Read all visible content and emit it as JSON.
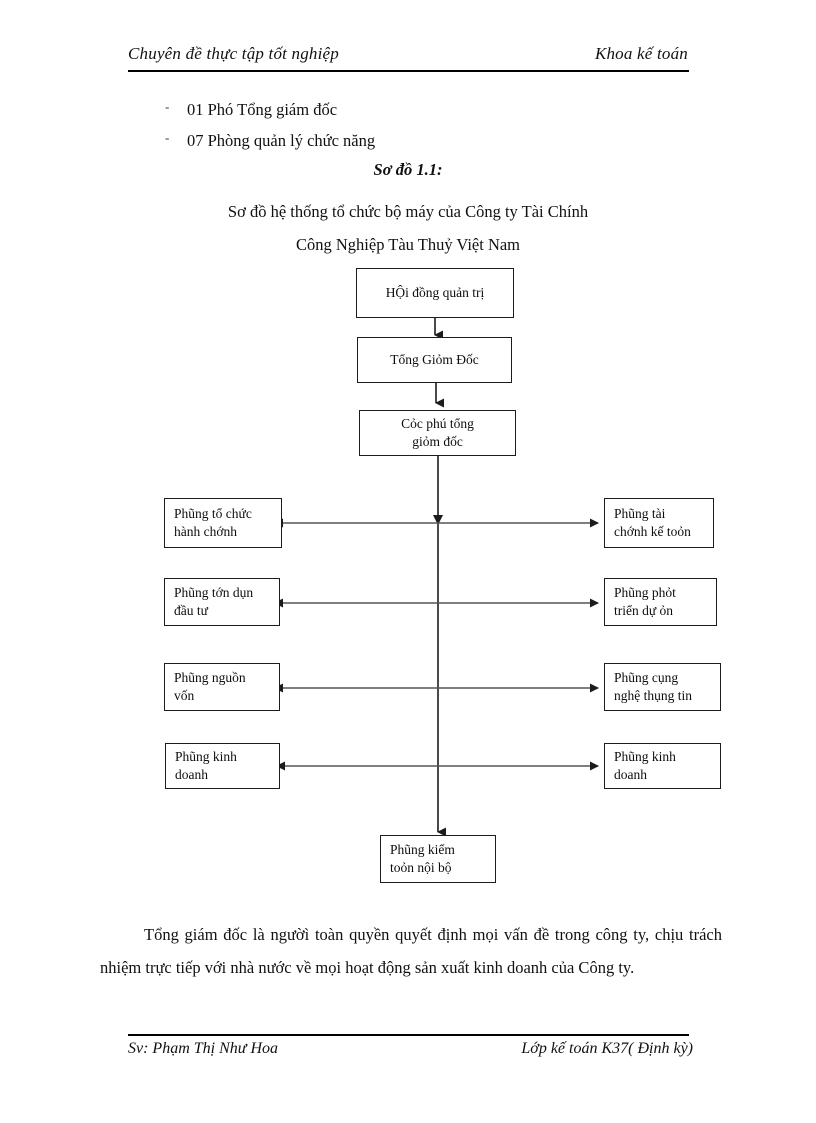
{
  "header": {
    "left": "Chuyên đề thực tập tốt nghiệp",
    "right": "Khoa kế toán"
  },
  "list": {
    "bullet_glyph": "-",
    "items": [
      "01 Phó Tổng giám  đốc",
      "07 Phòng quản lý  chức năng"
    ]
  },
  "figure": {
    "caption": "Sơ đồ 1.1:",
    "title_line1": "Sơ đồ hệ thống tổ chức bộ máy của Công ty Tài Chính",
    "title_line2": "Công Nghiệp Tàu Thuỷ Việt Nam"
  },
  "chart_data": {
    "type": "diagram",
    "title": "Sơ đồ hệ thống tổ chức bộ máy của Công ty Tài Chính Công Nghiệp Tàu Thuỷ Việt Nam",
    "nodes": [
      {
        "id": "hdqt",
        "label": "HỘi đồng quản trị",
        "level": 0,
        "column": "center"
      },
      {
        "id": "tgd",
        "label": "Tổng Giỏm Đốc",
        "level": 1,
        "column": "center"
      },
      {
        "id": "pho-tgd",
        "label": "Cỏc phú tổng\ngiỏm đốc",
        "level": 2,
        "column": "center"
      },
      {
        "id": "to-chuc",
        "label": "Phũng tổ chức\nhành chớnh",
        "level": 3,
        "column": "left"
      },
      {
        "id": "tai-chinh",
        "label": "Phũng tài\nchớnh kế toỏn",
        "level": 3,
        "column": "right"
      },
      {
        "id": "tin-dung",
        "label": "Phũng tớn dụn\nđầu tư",
        "level": 4,
        "column": "left"
      },
      {
        "id": "phat-trien",
        "label": "Phũng phỏt\ntriển dự ỏn",
        "level": 4,
        "column": "right"
      },
      {
        "id": "nguon-von",
        "label": "Phũng nguồn\nvốn",
        "level": 5,
        "column": "left"
      },
      {
        "id": "cong-nghe",
        "label": "Phũng cụng\nnghệ thụng tin",
        "level": 5,
        "column": "right"
      },
      {
        "id": "kinh-doanh-l",
        "label": "Phũng kinh\ndoanh",
        "level": 6,
        "column": "left"
      },
      {
        "id": "kinh-doanh-r",
        "label": "Phũng kinh\ndoanh",
        "level": 6,
        "column": "right"
      },
      {
        "id": "kiem-toan",
        "label": "Phũng kiểm\ntoỏn nội bộ",
        "level": 7,
        "column": "center"
      }
    ],
    "edges": [
      {
        "from": "hdqt",
        "to": "tgd",
        "style": "arrow-down"
      },
      {
        "from": "tgd",
        "to": "pho-tgd",
        "style": "arrow-down"
      },
      {
        "from": "pho-tgd",
        "to": "kiem-toan",
        "style": "spine-down"
      },
      {
        "from": "to-chuc",
        "to": "tai-chinh",
        "style": "double-arrow-horizontal"
      },
      {
        "from": "tin-dung",
        "to": "phat-trien",
        "style": "double-arrow-horizontal"
      },
      {
        "from": "nguon-von",
        "to": "cong-nghe",
        "style": "double-arrow-horizontal"
      },
      {
        "from": "kinh-doanh-l",
        "to": "kinh-doanh-r",
        "style": "double-arrow-horizontal"
      }
    ],
    "line_color": "#1c1c1c",
    "box_fill": "#ffffff"
  },
  "nodes_text": {
    "hdqt": {
      "l1": "HỘi đồng quản trị",
      "l2": ""
    },
    "tgd": {
      "l1": "Tổng Giỏm Đốc",
      "l2": ""
    },
    "pho_tgd": {
      "l1": "Cỏc phú tổng",
      "l2": "giỏm đốc"
    },
    "to_chuc": {
      "l1": "Phũng tổ chức",
      "l2": "hành chớnh"
    },
    "tai_chinh": {
      "l1": "Phũng tài",
      "l2": "chớnh kế toỏn"
    },
    "tin_dung": {
      "l1": "Phũng tớn dụn",
      "l2": "đầu tư"
    },
    "phat_trien": {
      "l1": "Phũng phỏt",
      "l2": "triển dự ỏn"
    },
    "nguon_von": {
      "l1": "Phũng nguồn",
      "l2": "vốn"
    },
    "cong_nghe": {
      "l1": "Phũng cụng",
      "l2": "nghệ thụng tin"
    },
    "kinh_doanh_left": {
      "l1": "Phũng kinh",
      "l2": "doanh"
    },
    "kinh_doanh_right": {
      "l1": "Phũng kinh",
      "l2": "doanh"
    },
    "kiem_toan": {
      "l1": "Phũng kiểm",
      "l2": "toỏn nội bộ"
    }
  },
  "paragraph": "Tổng giám đốc là ngườì toàn quyền quyết định mọi vấn đề trong công ty, chịu trách nhiệm trực tiếp với nhà nước về mọi hoạt động sản xuất kinh doanh của Công ty.",
  "footer": {
    "left": "Sv: Phạm Thị Như Hoa",
    "right": "Lớp kế toán K37( Định kỳ)"
  }
}
